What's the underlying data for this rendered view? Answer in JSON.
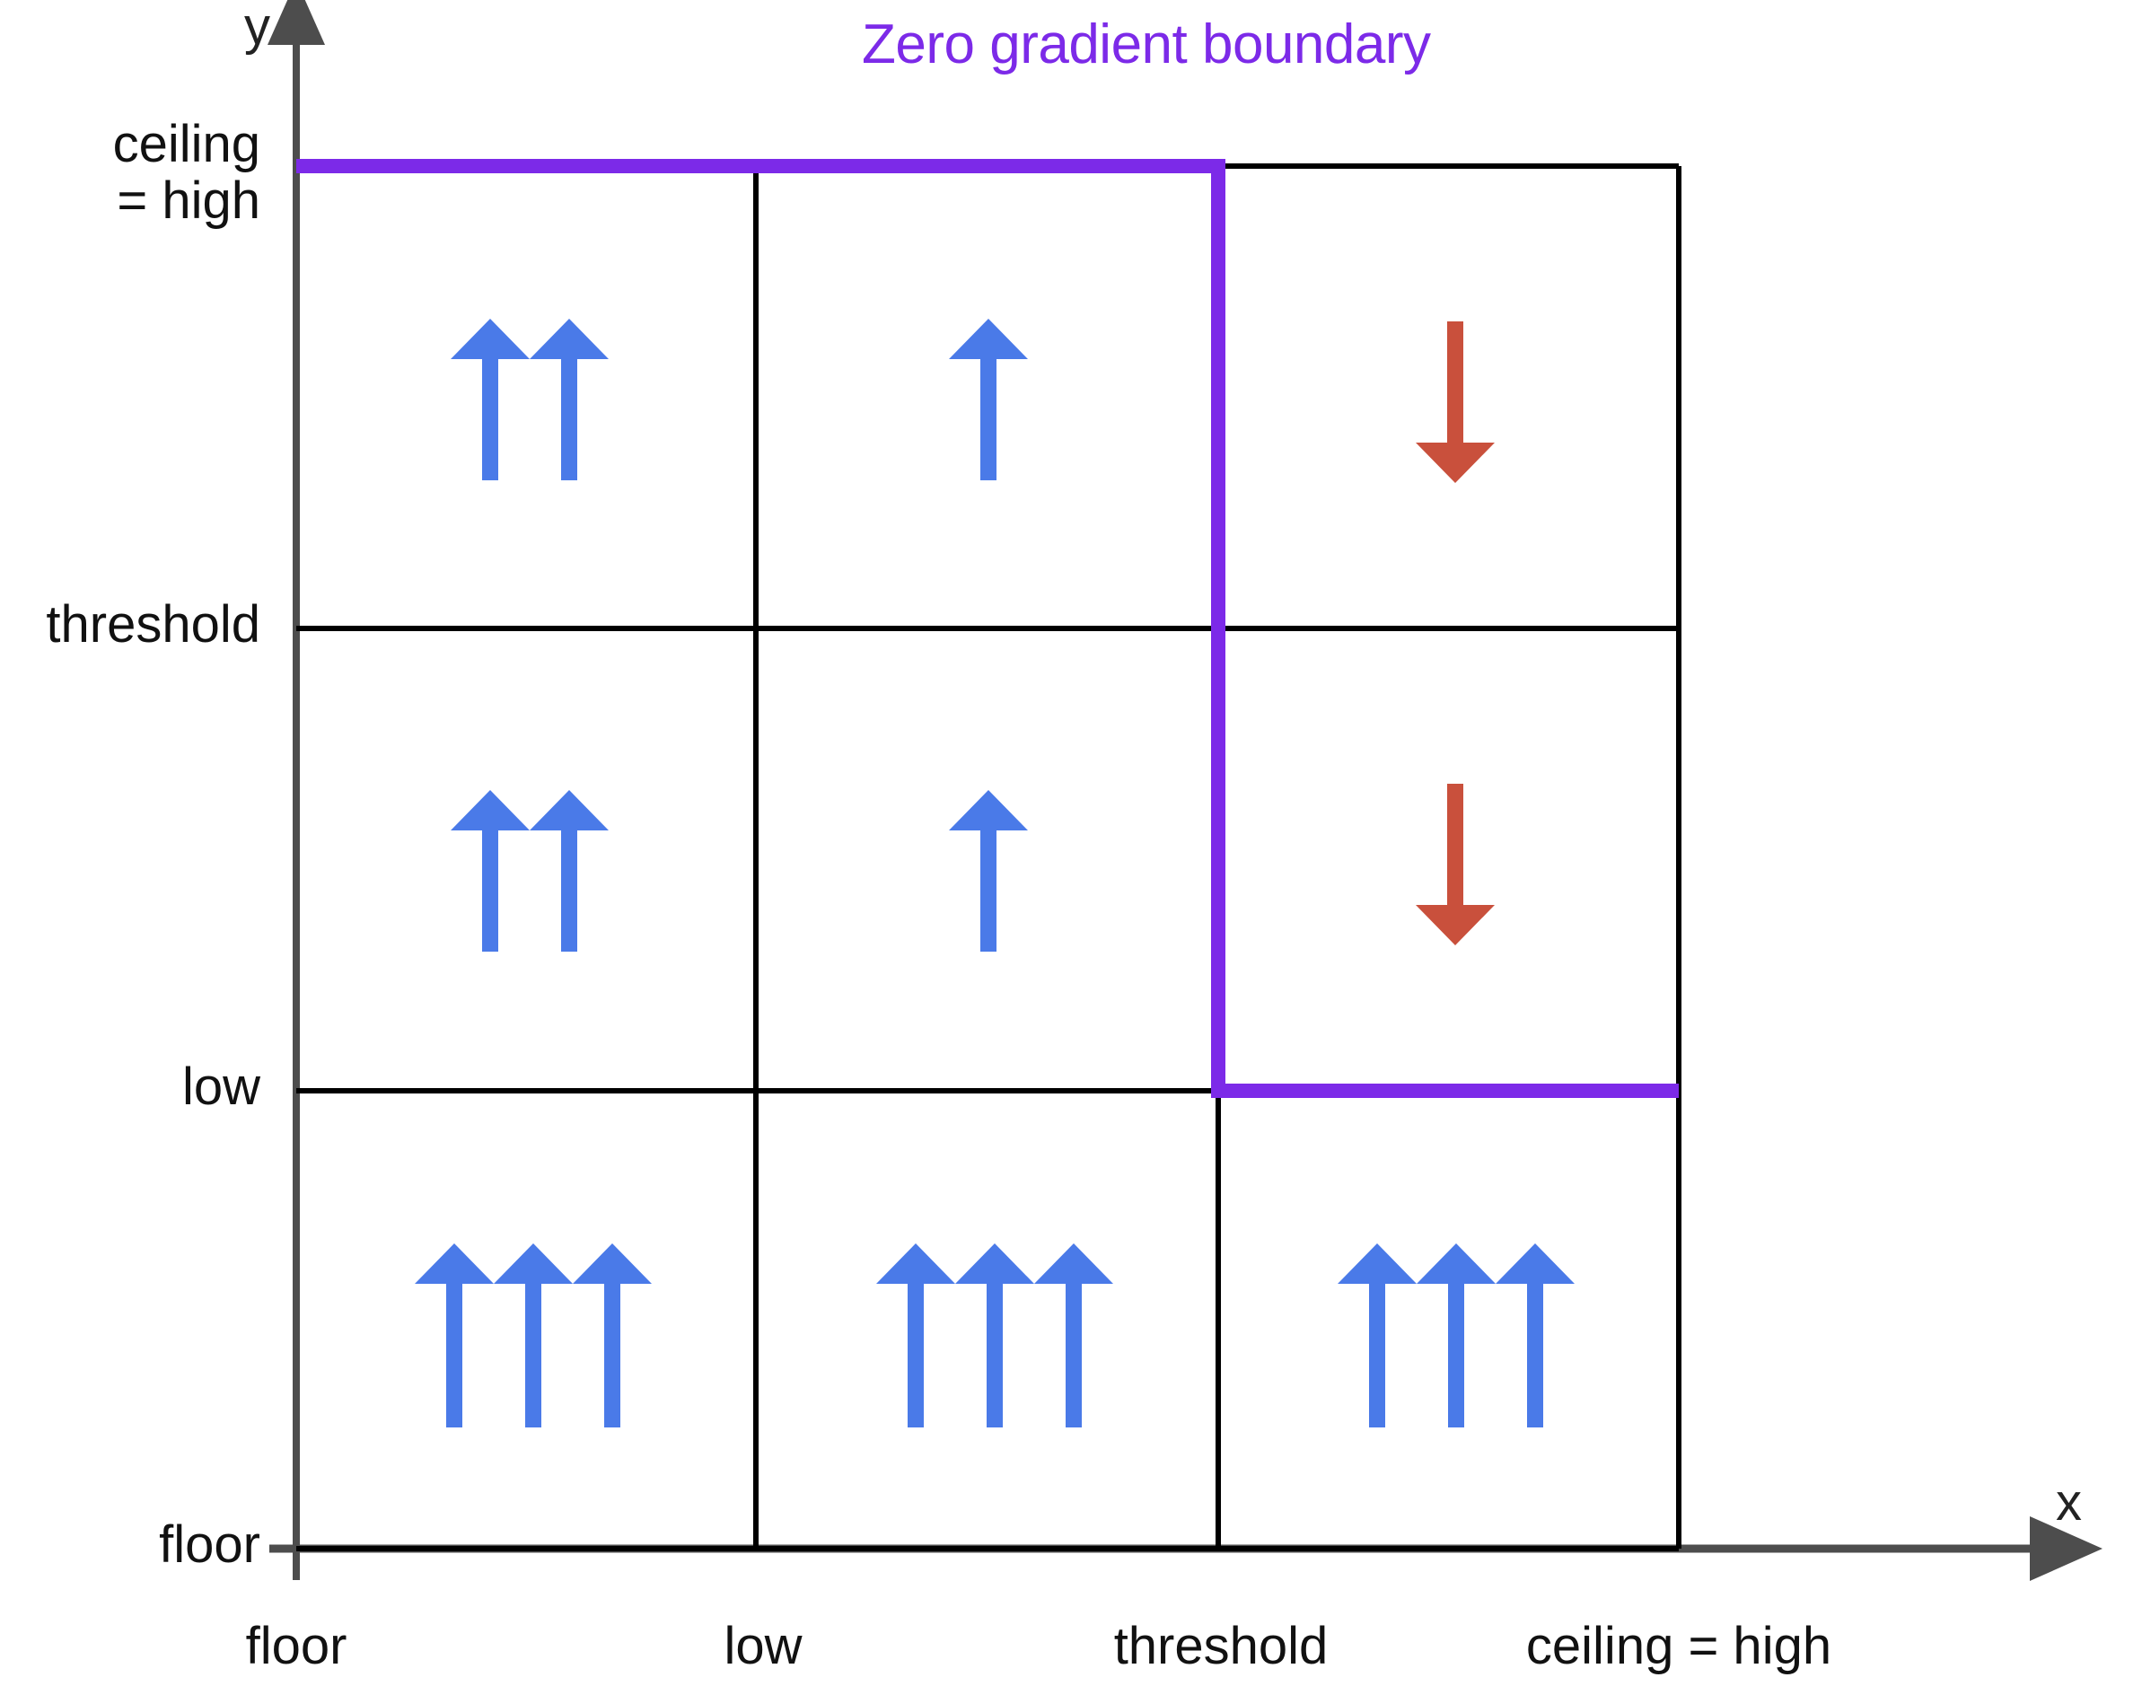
{
  "title": "Zero gradient boundary",
  "colors": {
    "boundary": "#7c2ae8",
    "up_arrow": "#4a7ae8",
    "down_arrow": "#c9503c",
    "grid_line": "#000000",
    "axis_line": "#4d4d4d",
    "text": "#111111"
  },
  "axes": {
    "y_label": "y",
    "x_label": "x",
    "y_ticks": [
      "ceiling = high",
      "threshold",
      "low",
      "floor"
    ],
    "y_ticks_display": [
      [
        "ceiling",
        "= high"
      ],
      [
        "threshold"
      ],
      [
        "low"
      ],
      [
        "floor"
      ]
    ],
    "x_ticks": [
      "floor",
      "low",
      "threshold",
      "ceiling = high"
    ]
  },
  "chart_data": {
    "type": "diagram",
    "title": "Zero gradient boundary",
    "xlabel": "x",
    "ylabel": "y",
    "categories_x": [
      "floor",
      "low",
      "threshold",
      "ceiling = high"
    ],
    "categories_y": [
      "floor",
      "low",
      "threshold",
      "ceiling = high"
    ],
    "grid": true,
    "legend": "none",
    "cells": [
      {
        "row": "top",
        "col": "left",
        "arrow": "up",
        "count": 2,
        "color": "#4a7ae8"
      },
      {
        "row": "top",
        "col": "middle",
        "arrow": "up",
        "count": 1,
        "color": "#4a7ae8"
      },
      {
        "row": "top",
        "col": "right",
        "arrow": "down",
        "count": 1,
        "color": "#c9503c"
      },
      {
        "row": "middle",
        "col": "left",
        "arrow": "up",
        "count": 2,
        "color": "#4a7ae8"
      },
      {
        "row": "middle",
        "col": "middle",
        "arrow": "up",
        "count": 1,
        "color": "#4a7ae8"
      },
      {
        "row": "middle",
        "col": "right",
        "arrow": "down",
        "count": 1,
        "color": "#c9503c"
      },
      {
        "row": "bottom",
        "col": "left",
        "arrow": "up",
        "count": 3,
        "color": "#4a7ae8"
      },
      {
        "row": "bottom",
        "col": "middle",
        "arrow": "up",
        "count": 3,
        "color": "#4a7ae8"
      },
      {
        "row": "bottom",
        "col": "right",
        "arrow": "up",
        "count": 3,
        "color": "#4a7ae8"
      }
    ],
    "boundary_path": [
      [
        330,
        185
      ],
      [
        1357,
        185
      ],
      [
        1357,
        1215
      ],
      [
        1870,
        1215
      ]
    ],
    "annotations": [
      "Zero gradient boundary"
    ]
  }
}
